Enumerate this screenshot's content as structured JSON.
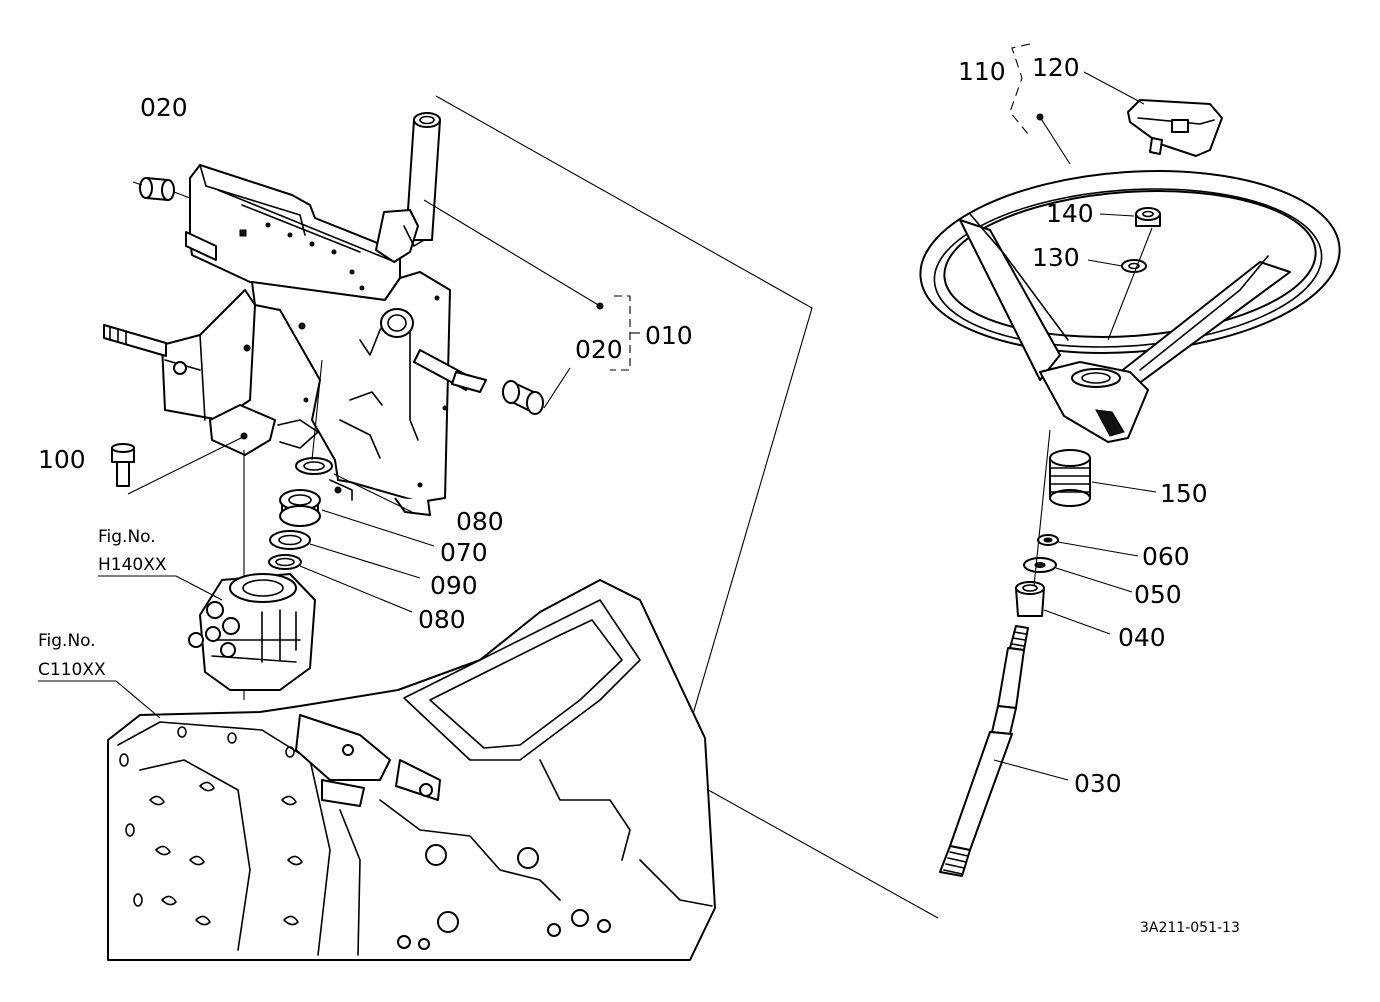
{
  "callouts": {
    "p010": "010",
    "p020_top": "020",
    "p020_right": "020",
    "p030": "030",
    "p040": "040",
    "p050": "050",
    "p060": "060",
    "p070": "070",
    "p080_upper": "080",
    "p080_lower": "080",
    "p090": "090",
    "p100": "100",
    "p110": "110",
    "p120": "120",
    "p130": "130",
    "p140": "140",
    "p150": "150"
  },
  "figure_refs": {
    "h140_prefix": "Fig.No.",
    "h140_code": "H140XX",
    "c110_prefix": "Fig.No.",
    "c110_code": "C110XX"
  },
  "diagram_code": "3A211-051-13"
}
